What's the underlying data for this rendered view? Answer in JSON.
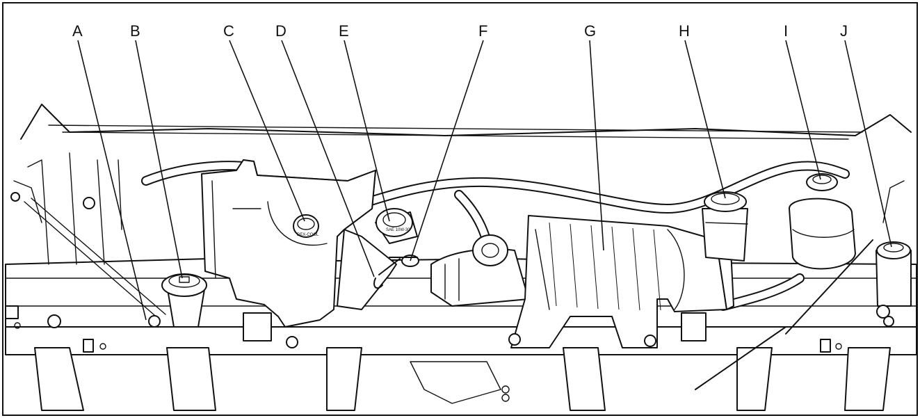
{
  "diagram": {
    "callouts": [
      {
        "id": "A",
        "label": "A"
      },
      {
        "id": "B",
        "label": "B"
      },
      {
        "id": "C",
        "label": "C"
      },
      {
        "id": "D",
        "label": "D"
      },
      {
        "id": "E",
        "label": "E"
      },
      {
        "id": "F",
        "label": "F"
      },
      {
        "id": "G",
        "label": "G"
      },
      {
        "id": "H",
        "label": "H"
      },
      {
        "id": "I",
        "label": "I"
      },
      {
        "id": "J",
        "label": "J"
      }
    ],
    "cap_markings": {
      "c_cap": "DEX-COOL",
      "e_cap": "SAE 10W-30"
    }
  }
}
